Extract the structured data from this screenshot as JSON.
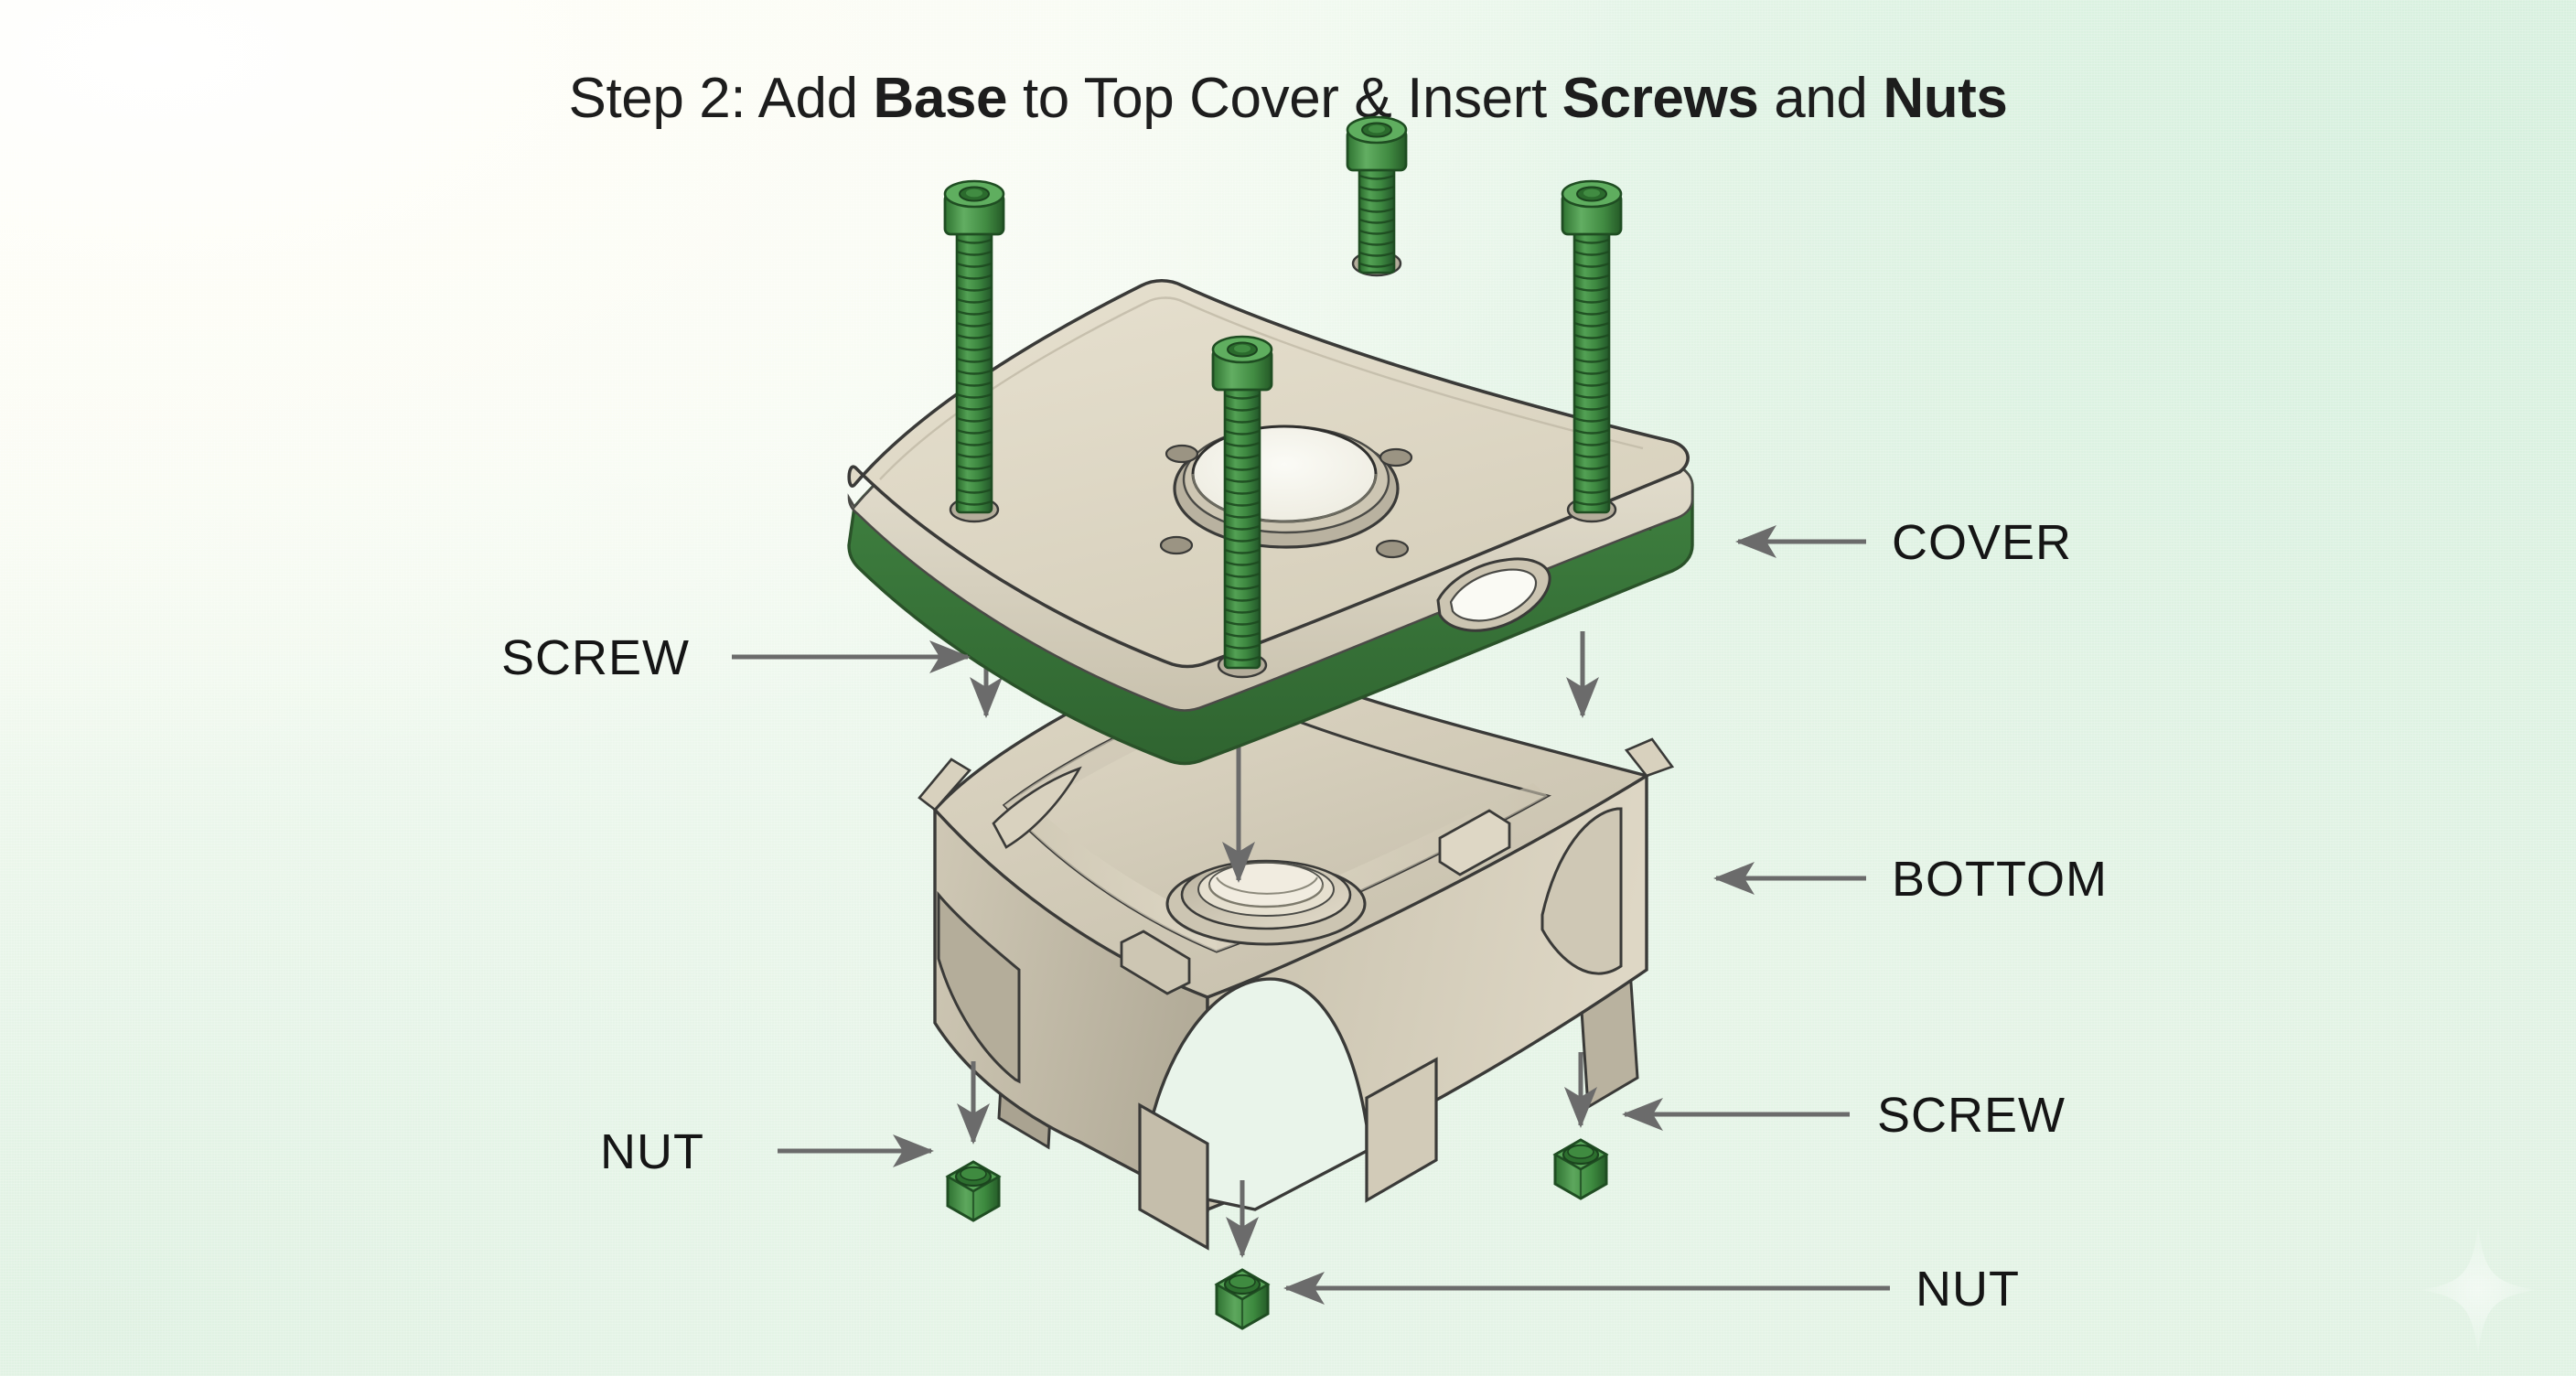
{
  "title": {
    "prefix": "Step 2: Add ",
    "bold1": "Base",
    "mid1": " to Top Cover & Insert ",
    "bold2": "Screws",
    "mid2": " and ",
    "bold3": "Nuts"
  },
  "labels": {
    "cover": "COVER",
    "bottom": "BOTTOM",
    "screw_left": "SCREW",
    "screw_right": "SCREW",
    "nut_left": "NUT",
    "nut_bottom": "NUT"
  },
  "colors": {
    "background_light": "#fdfdf6",
    "background_mint": "#dff1e2",
    "part_body": "#ded7c4",
    "part_body_shadow": "#bdb6a3",
    "accent_green": "#3f8040",
    "accent_green_light": "#56a257",
    "accent_green_dark": "#2c5c2d",
    "outline": "#3a3a38",
    "arrow_gray": "#6b6b6b",
    "text": "#151515"
  },
  "parts": {
    "cover": {
      "name": "COVER",
      "screw_holes": 4,
      "center_hole": 1,
      "slot": 1
    },
    "bottom": {
      "name": "BOTTOM",
      "legs": 4
    },
    "screws": {
      "count": 4,
      "type": "socket-head-cap-screw"
    },
    "nuts": {
      "count": 3,
      "type": "hex-nut"
    }
  },
  "diagram": {
    "type": "exploded-assembly",
    "view": "isometric",
    "step": 2
  }
}
